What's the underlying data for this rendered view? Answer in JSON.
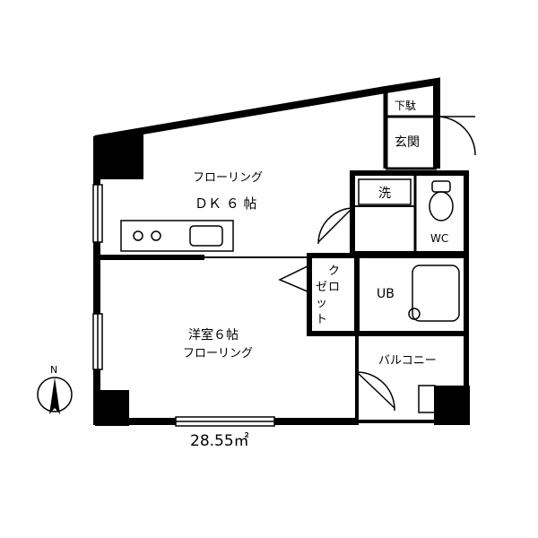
{
  "rooms": {
    "dk": {
      "flooring": "フローリング",
      "name": "ＤＫ ６ 帖"
    },
    "western": {
      "name": "洋室６帖",
      "flooring": "フローリング"
    },
    "closet": {
      "line1": "ク",
      "line2": "ロ",
      "line3": "ゼ",
      "line4": "ッ",
      "line5": "ト"
    },
    "entrance": "玄関",
    "shoe_box": "下駄",
    "washer": "洗",
    "toilet": "WC",
    "bath": "UB",
    "balcony": "バルコニー"
  },
  "compass": {
    "north": "N"
  },
  "floor_area": "28.55㎡",
  "colors": {
    "line": "#000000",
    "fill": "#000000",
    "background": "#ffffff"
  }
}
